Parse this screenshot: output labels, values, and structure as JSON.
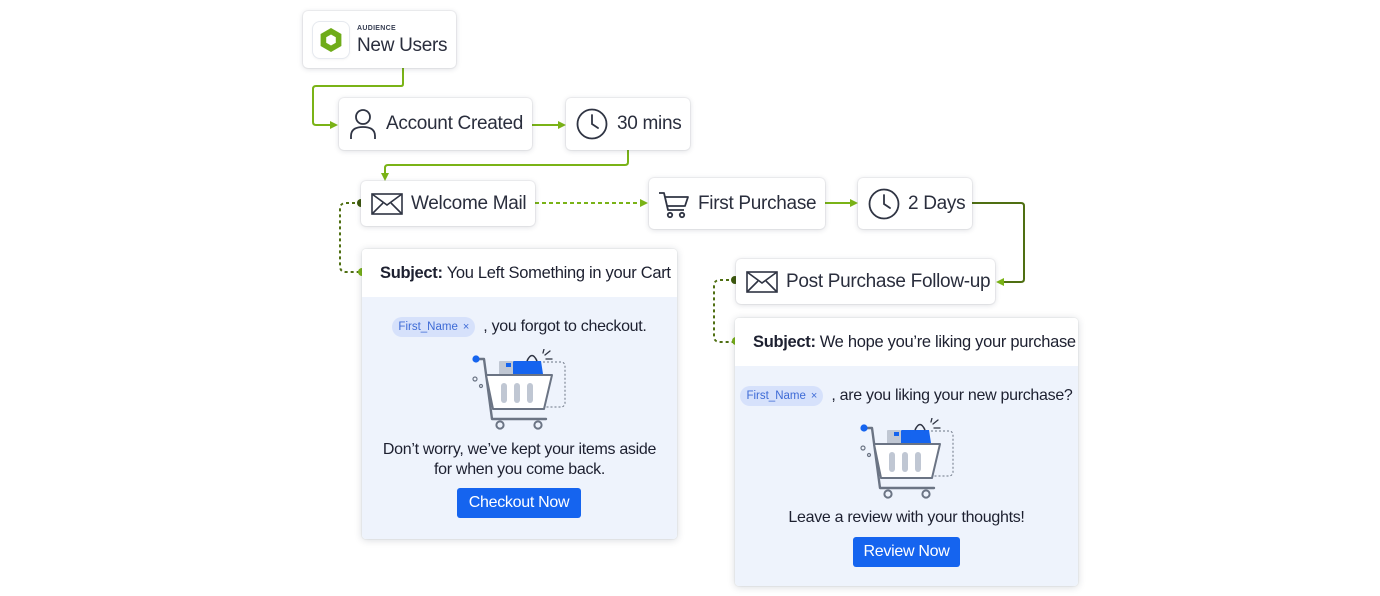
{
  "audience": {
    "tag": "AUDIENCE",
    "name": "New Users",
    "icon": "audience-hexagon-icon"
  },
  "nodes": {
    "account_created": {
      "label": "Account Created",
      "icon": "user-icon"
    },
    "wait_30": {
      "label": "30 mins",
      "icon": "clock-icon"
    },
    "welcome_mail": {
      "label": "Welcome Mail",
      "icon": "mail-icon"
    },
    "first_purchase": {
      "label": "First Purchase",
      "icon": "cart-icon"
    },
    "wait_2days": {
      "label": "2 Days",
      "icon": "clock-icon"
    },
    "post_purchase": {
      "label": "Post Purchase Follow-up",
      "icon": "mail-icon"
    }
  },
  "email1": {
    "subject_label": "Subject:",
    "subject": "You Left Something in your Cart",
    "chip": "First_Name",
    "chip_close": "×",
    "greeting": ", you forgot to checkout.",
    "message": "Don’t worry, we’ve kept your items aside for when you come back.",
    "button": "Checkout Now",
    "illustration": "shopping-cart-illustration"
  },
  "email2": {
    "subject_label": "Subject:",
    "subject": "We hope you’re liking your purchase",
    "chip": "First_Name",
    "chip_close": "×",
    "greeting": ", are you liking your new purchase?",
    "message": "Leave a review with your thoughts!",
    "button": "Review Now",
    "illustration": "shopping-cart-illustration"
  },
  "colors": {
    "connector": "#7ab317",
    "connector_dark": "#4f6f12",
    "button": "#1564ef",
    "chip_bg": "#d6e1fb",
    "chip_text": "#3d6ad6",
    "card_body": "#eef3fc",
    "audience_logo": "#6fac1a"
  }
}
